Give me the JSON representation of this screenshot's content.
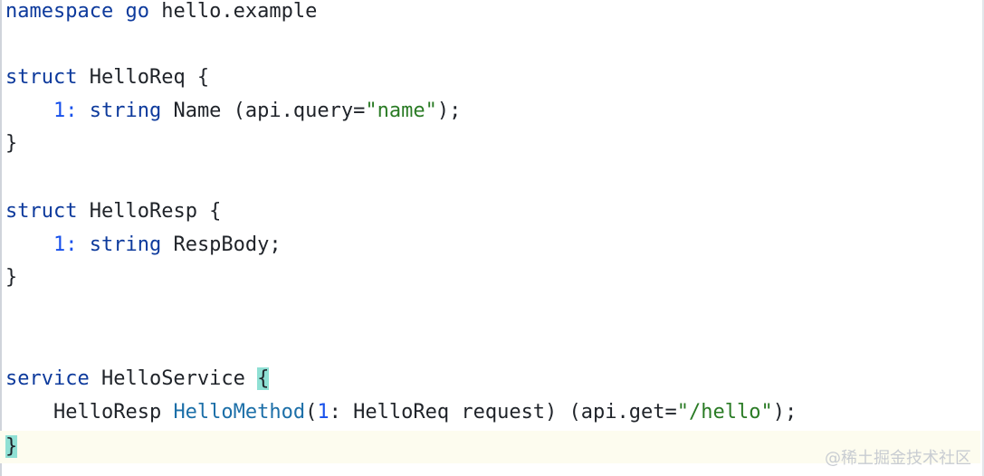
{
  "lines": [
    {
      "kw": "namespace go",
      "rest": " hello.example"
    },
    {},
    {
      "kw": "struct",
      "rest": " HelloReq {"
    },
    {
      "indent": "    ",
      "num": "1:",
      "kw": " string",
      "rest": " Name (api.query=",
      "str": "\"name\"",
      "tail": ");"
    },
    {
      "rest": "}"
    },
    {},
    {
      "kw": "struct",
      "rest": " HelloResp {"
    },
    {
      "indent": "    ",
      "num": "1:",
      "kw": " string",
      "rest": " RespBody;"
    },
    {
      "rest": "}"
    },
    {},
    {},
    {
      "kw": "service",
      "rest": " HelloService ",
      "brace": "{"
    },
    {
      "indent": "    ",
      "type": "HelloResp ",
      "fn": "HelloMethod",
      "open": "(",
      "num": "1",
      "mid": ": HelloReq request) (api.get=",
      "str": "\"/hello\"",
      "tail": ");"
    },
    {
      "brace": "}"
    }
  ],
  "watermark": "@稀土掘金技术社区"
}
